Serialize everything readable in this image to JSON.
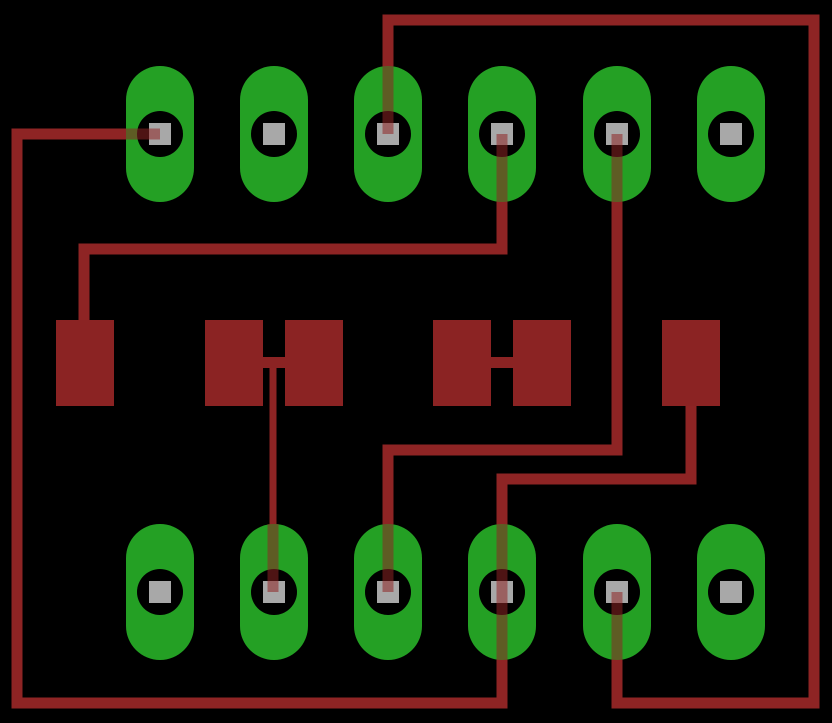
{
  "colors": {
    "background": "#000000",
    "copper_trace": "#8e2424",
    "copper_pad": "#8b2323",
    "pad_green": "#24a024",
    "drill_hole": "#000000",
    "pin_marker": "#a8a8a8"
  },
  "header_rows": [
    {
      "row": "top",
      "pins": 6
    },
    {
      "row": "bottom",
      "pins": 6
    }
  ],
  "smd_pads": [
    {
      "id": "pad-a",
      "type": "single"
    },
    {
      "id": "pad-b",
      "type": "pair"
    },
    {
      "id": "pad-c",
      "type": "pair"
    },
    {
      "id": "pad-d",
      "type": "single"
    }
  ],
  "trace_count": 7
}
